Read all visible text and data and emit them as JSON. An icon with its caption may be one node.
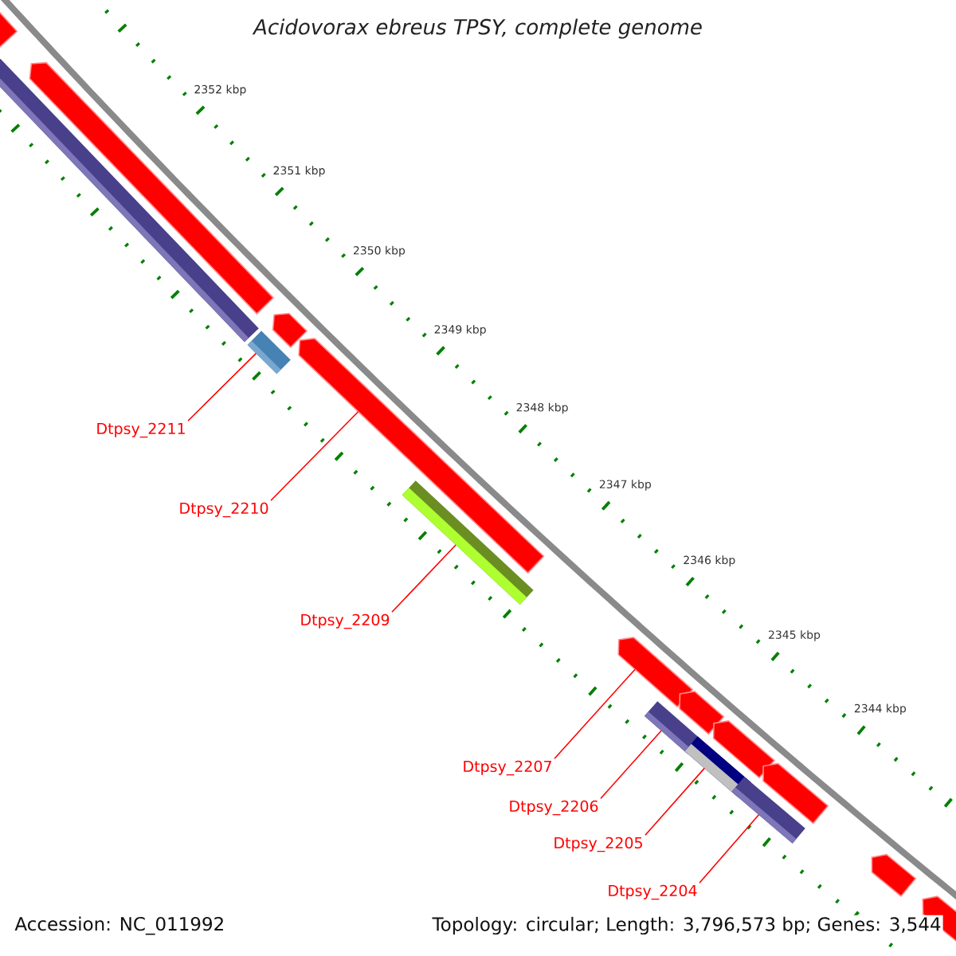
{
  "diagram": {
    "title": "Acidovorax ebreus TPSY, complete genome",
    "nodes": [
      {
        "text": [],
        "shape": "pentagon"
      },
      {
        "text": [],
        "shape": "pentagon"
      },
      {
        "text": [],
        "shape": "bar"
      },
      {
        "text": [],
        "shape": "pentagon"
      },
      {
        "text": [],
        "shape": "bar"
      },
      {
        "text": [],
        "shape": "pentagon"
      },
      {
        "text": [],
        "shape": "bar"
      },
      {
        "text": [],
        "shape": "pentagon"
      },
      {
        "text": [],
        "shape": "pentagon"
      },
      {
        "text": [],
        "shape": "bar"
      },
      {
        "text": [],
        "shape": "pentagon"
      },
      {
        "text": [],
        "shape": "bar"
      },
      {
        "text": [],
        "shape": "pentagon"
      },
      {
        "text": [],
        "shape": "bar"
      },
      {
        "text": [],
        "shape": "pentagon"
      },
      {
        "text": [],
        "shape": "pentagon"
      },
      {
        "text": [
          "Dtpsy_2211"
        ]
      },
      {
        "text": [
          "Dtpsy_2210"
        ]
      },
      {
        "text": [
          "Dtpsy_2209"
        ]
      },
      {
        "text": [
          "Dtpsy_2207"
        ]
      },
      {
        "text": [
          "Dtpsy_2206"
        ]
      },
      {
        "text": [
          "Dtpsy_2205"
        ]
      },
      {
        "text": [
          "Dtpsy_2204"
        ]
      }
    ],
    "edges": [
      {
        "from": 16,
        "to": 4,
        "arrow": "none"
      },
      {
        "from": 17,
        "to": 5,
        "arrow": "none"
      },
      {
        "from": 18,
        "to": 6,
        "arrow": "none"
      },
      {
        "from": 19,
        "to": 7,
        "arrow": "none"
      },
      {
        "from": 20,
        "to": 9,
        "arrow": "none"
      },
      {
        "from": 21,
        "to": 11,
        "arrow": "none"
      },
      {
        "from": 22,
        "to": 13,
        "arrow": "none"
      }
    ],
    "labels": [
      "2352 kbp",
      "2351 kbp",
      "2350 kbp",
      "2349 kbp",
      "2348 kbp",
      "2347 kbp",
      "2346 kbp",
      "2345 kbp",
      "2344 kbp",
      "Accession: NC_011992",
      "Topology: circular; Length: 3,796,573 bp; Genes: 3,544"
    ]
  }
}
